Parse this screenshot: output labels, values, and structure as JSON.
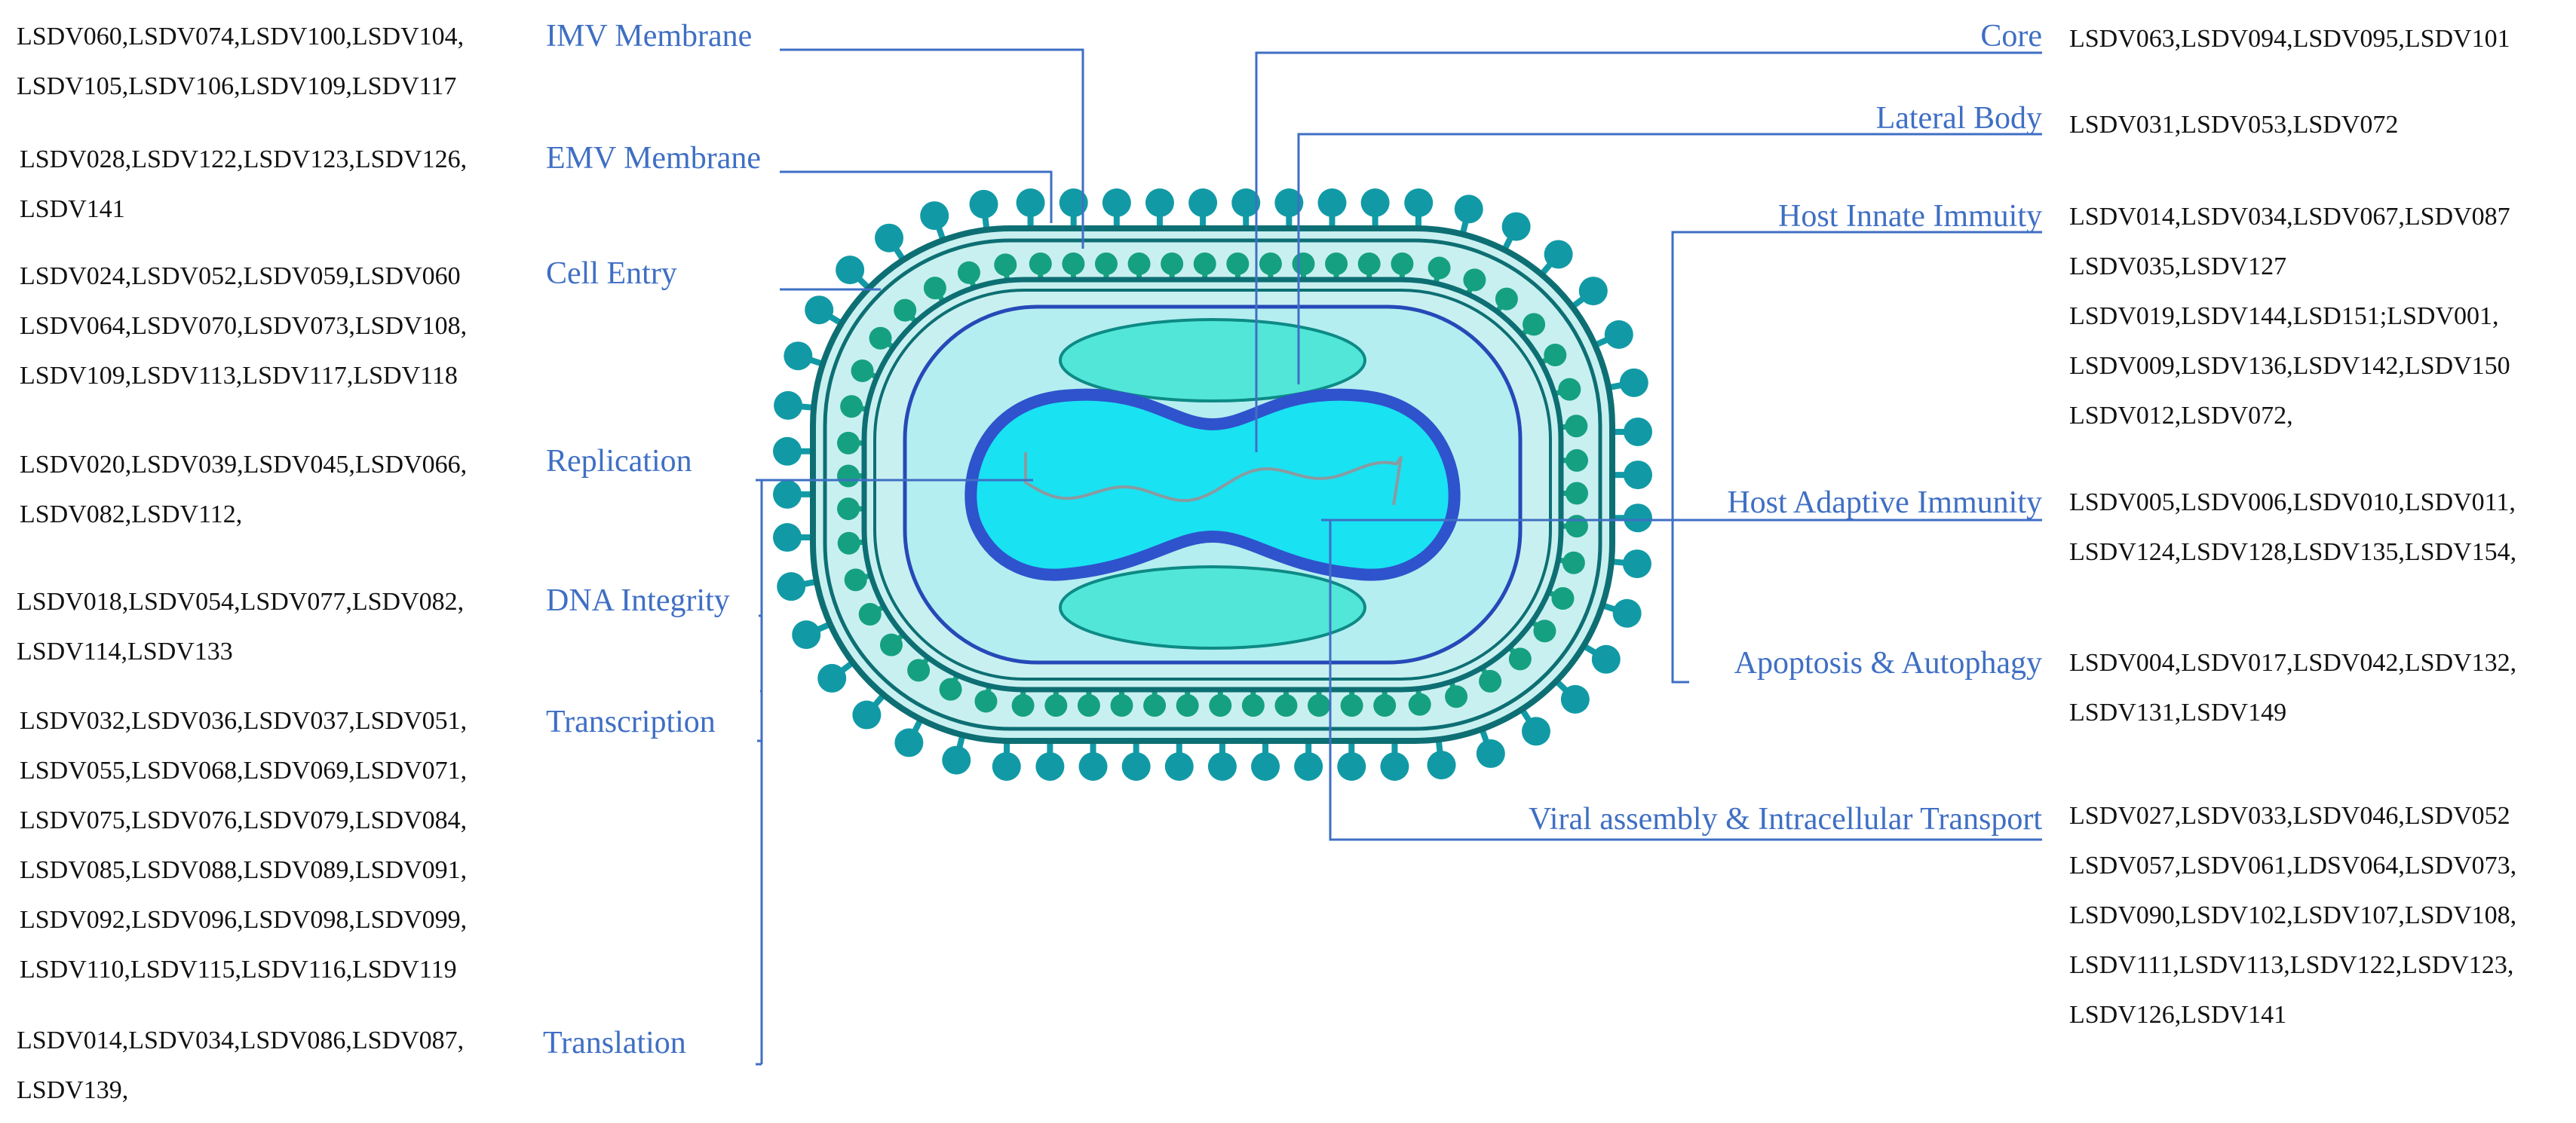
{
  "colors": {
    "label": "#3f6fc4",
    "leader_line": "#3f6fc4",
    "gene_text": "#111111",
    "spike_teal": "#119aa6",
    "inner_spike_green": "#16a082",
    "outer_membrane_fill": "#c9f0f0",
    "membrane_stroke": "#0d6f73",
    "core_wall_fill": "#b5eef0",
    "core_wall_stroke": "#2649b8",
    "core_fill": "#19e2f2",
    "core_stroke": "#2f53cc",
    "lateral_body_fill": "#52e6d8",
    "lateral_body_stroke": "#0d8a86",
    "dna_strand": "#8a9aa0"
  },
  "left": [
    {
      "label": "IMV Membrane",
      "genes": [
        "LSDV060,LSDV074,LSDV100,LSDV104,",
        "LSDV105,LSDV106,LSDV109,LSDV117"
      ]
    },
    {
      "label": "EMV  Membrane",
      "genes": [
        "LSDV028,LSDV122,LSDV123,LSDV126,",
        "LSDV141"
      ]
    },
    {
      "label": "Cell Entry",
      "genes": [
        "LSDV024,LSDV052,LSDV059,LSDV060",
        "LSDV064,LSDV070,LSDV073,LSDV108,",
        "LSDV109,LSDV113,LSDV117,LSDV118"
      ]
    },
    {
      "label": "Replication",
      "genes": [
        "LSDV020,LSDV039,LSDV045,LSDV066,",
        "LSDV082,LSDV112,"
      ]
    },
    {
      "label": "DNA Integrity",
      "genes": [
        "LSDV018,LSDV054,LSDV077,LSDV082,",
        "LSDV114,LSDV133"
      ]
    },
    {
      "label": "Transcription",
      "genes": [
        "LSDV032,LSDV036,LSDV037,LSDV051,",
        "LSDV055,LSDV068,LSDV069,LSDV071,",
        "LSDV075,LSDV076,LSDV079,LSDV084,",
        "LSDV085,LSDV088,LSDV089,LSDV091,",
        "LSDV092,LSDV096,LSDV098,LSDV099,",
        "LSDV110,LSDV115,LSDV116,LSDV119"
      ]
    },
    {
      "label": "Translation",
      "genes": [
        "LSDV014,LSDV034,LSDV086,LSDV087,",
        "LSDV139,"
      ]
    }
  ],
  "right": [
    {
      "label": "Core",
      "genes": [
        "LSDV063,LSDV094,LSDV095,LSDV101"
      ]
    },
    {
      "label": "Lateral Body",
      "genes": [
        "LSDV031,LSDV053,LSDV072"
      ]
    },
    {
      "label": "Host  Innate Immuity",
      "genes": [
        "LSDV014,LSDV034,LSDV067,LSDV087",
        "LSDV035,LSDV127",
        "LSDV019,LSDV144,LSD151;LSDV001,",
        "LSDV009,LSDV136,LSDV142,LSDV150",
        "LSDV012,LSDV072,"
      ]
    },
    {
      "label": "Host Adaptive Immunity",
      "genes": [
        "LSDV005,LSDV006,LSDV010,LSDV011,",
        "LSDV124,LSDV128,LSDV135,LSDV154,"
      ]
    },
    {
      "label": "Apoptosis & Autophagy",
      "genes": [
        "LSDV004,LSDV017,LSDV042,LSDV132,",
        "LSDV131,LSDV149"
      ]
    },
    {
      "label": "Viral assembly & Intracellular Transport",
      "genes": [
        "LSDV027,LSDV033,LSDV046,LSDV052",
        "LSDV057,LSDV061,LDSV064,LSDV073,",
        "LSDV090,LSDV102,LSDV107,LSDV108,",
        "LSDV111,LSDV113,LSDV122,LSDV123,",
        "LSDV126,LSDV141"
      ]
    }
  ]
}
